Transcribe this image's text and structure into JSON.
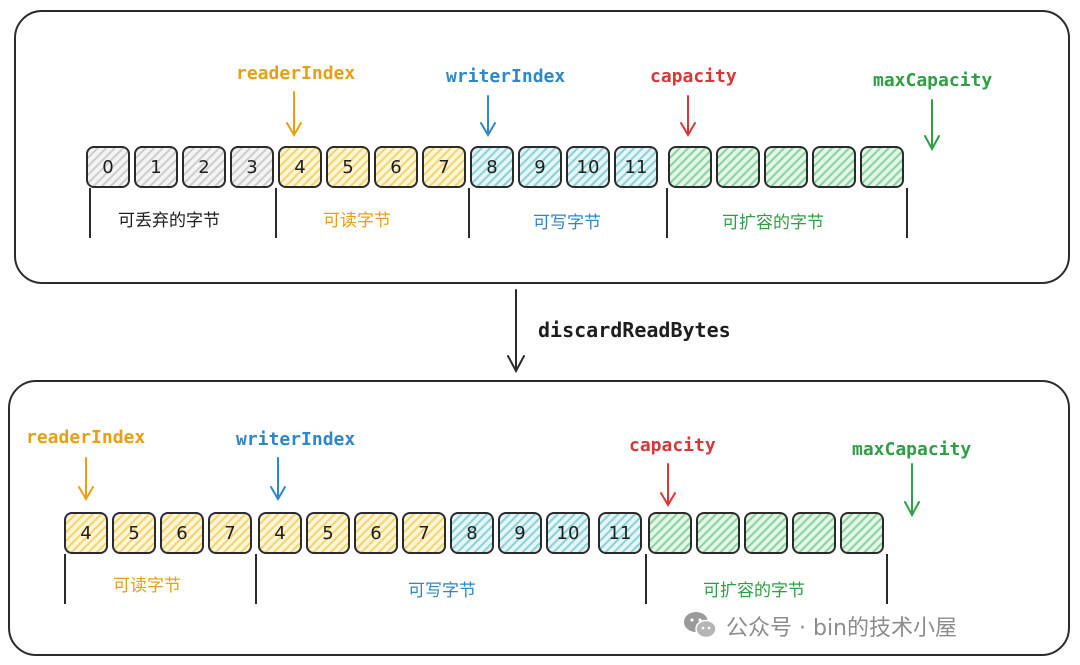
{
  "top": {
    "pointers": {
      "readerIndex": "readerIndex",
      "writerIndex": "writerIndex",
      "capacity": "capacity",
      "maxCapacity": "maxCapacity"
    },
    "cells": [
      "0",
      "1",
      "2",
      "3",
      "4",
      "5",
      "6",
      "7",
      "8",
      "9",
      "10",
      "11",
      "",
      "",
      "",
      "",
      ""
    ],
    "segments": {
      "discardable": "可丢弃的字节",
      "readable": "可读字节",
      "writable": "可写字节",
      "expandable": "可扩容的字节"
    }
  },
  "operation": "discardReadBytes",
  "bottom": {
    "pointers": {
      "readerIndex": "readerIndex",
      "writerIndex": "writerIndex",
      "capacity": "capacity",
      "maxCapacity": "maxCapacity"
    },
    "cells": [
      "4",
      "5",
      "6",
      "7",
      "4",
      "5",
      "6",
      "7",
      "8",
      "9",
      "10",
      "11",
      "",
      "",
      "",
      "",
      ""
    ],
    "segments": {
      "readable": "可读字节",
      "writable": "可写字节",
      "expandable": "可扩容的字节"
    }
  },
  "watermark": "公众号 · bin的技术小屋",
  "colors": {
    "readerIndex": "#e8a010",
    "writerIndex": "#2f86c9",
    "capacity": "#d8373a",
    "maxCapacity": "#2f9e44",
    "discarded": "#cfcfcf",
    "readable": "#f3d777",
    "writable": "#8fd3d6",
    "expandable": "#8ed3a0"
  }
}
